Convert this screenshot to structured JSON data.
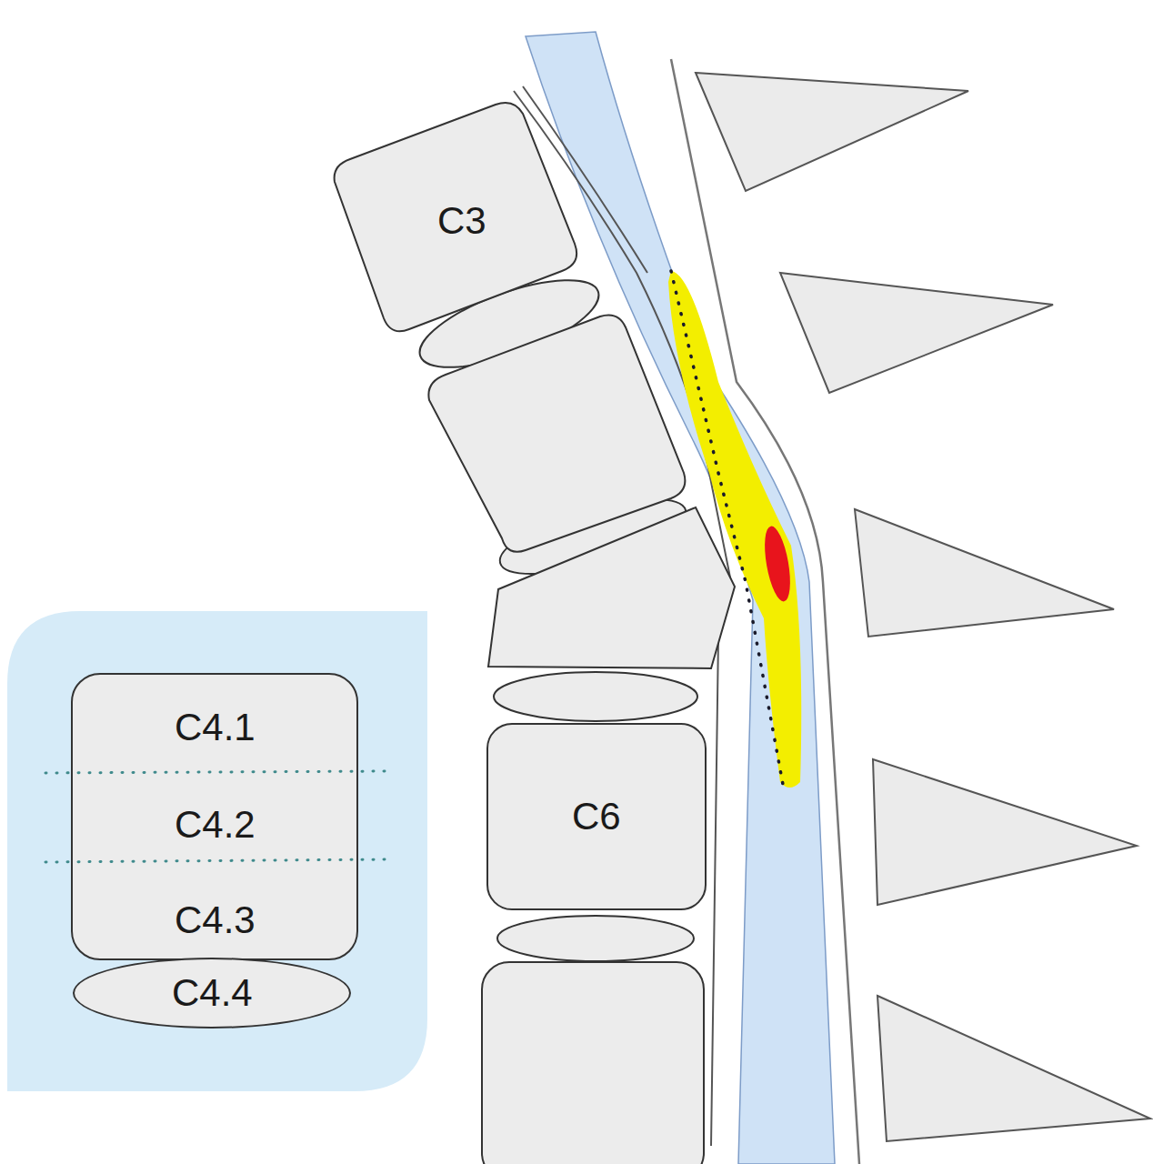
{
  "diagram": {
    "nodes": [
      {
        "text": [
          "C3"
        ]
      },
      {
        "text": [
          "C6"
        ]
      },
      {
        "text": [
          "C4.1",
          "C4.2",
          "C4.3"
        ]
      },
      {
        "text": [
          "C4.4"
        ]
      }
    ]
  }
}
